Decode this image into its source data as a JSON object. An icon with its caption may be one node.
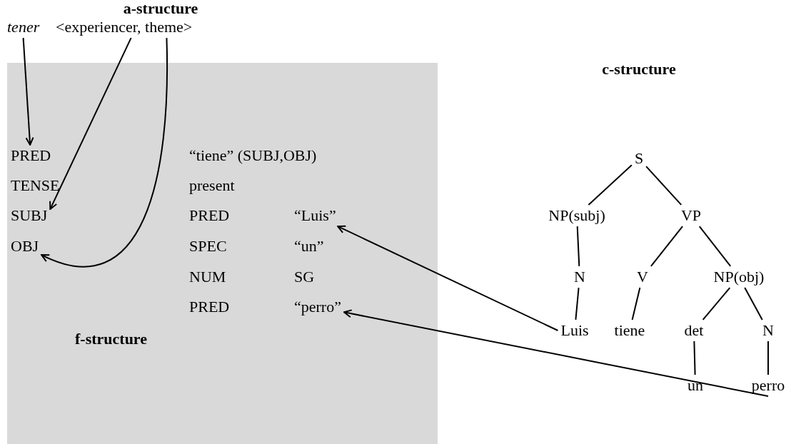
{
  "diagram": {
    "nodes": [
      {
        "text": [
          "tener"
        ]
      },
      {
        "text": [
          "<experiencer, theme>"
        ]
      },
      {
        "text": [
          "f-structure"
        ]
      },
      {
        "text": [
          "PRED"
        ],
        "in": 2
      },
      {
        "text": [
          "TENSE"
        ],
        "in": 2
      },
      {
        "text": [
          "SUBJ"
        ],
        "in": 2
      },
      {
        "text": [
          "OBJ"
        ],
        "in": 2
      },
      {
        "text": [
          "“Luis”"
        ],
        "in": 2
      },
      {
        "text": [
          "“perro”"
        ],
        "in": 2
      },
      {
        "text": [
          "S"
        ]
      },
      {
        "text": [
          "NP(subj)"
        ]
      },
      {
        "text": [
          "VP"
        ]
      },
      {
        "text": [
          "N"
        ]
      },
      {
        "text": [
          "V"
        ]
      },
      {
        "text": [
          "NP(obj)"
        ]
      },
      {
        "text": [
          "Luis"
        ]
      },
      {
        "text": [
          "tiene"
        ]
      },
      {
        "text": [
          "det"
        ]
      },
      {
        "text": [
          "N"
        ]
      },
      {
        "text": [
          "un"
        ]
      },
      {
        "text": [
          "perro"
        ]
      }
    ],
    "edges": [
      {
        "from": 0,
        "to": 3,
        "arrow": "to"
      },
      {
        "from": 1,
        "to": 5,
        "arrow": "to"
      },
      {
        "from": 1,
        "to": 6,
        "arrow": "to"
      },
      {
        "from": 9,
        "to": 10,
        "arrow": "none"
      },
      {
        "from": 9,
        "to": 11,
        "arrow": "none"
      },
      {
        "from": 10,
        "to": 12,
        "arrow": "none"
      },
      {
        "from": 12,
        "to": 15,
        "arrow": "none"
      },
      {
        "from": 11,
        "to": 13,
        "arrow": "none"
      },
      {
        "from": 11,
        "to": 14,
        "arrow": "none"
      },
      {
        "from": 13,
        "to": 16,
        "arrow": "none"
      },
      {
        "from": 14,
        "to": 17,
        "arrow": "none"
      },
      {
        "from": 14,
        "to": 18,
        "arrow": "none"
      },
      {
        "from": 17,
        "to": 19,
        "arrow": "none"
      },
      {
        "from": 18,
        "to": 20,
        "arrow": "none"
      },
      {
        "from": 15,
        "to": 7,
        "arrow": "to"
      },
      {
        "from": 20,
        "to": 8,
        "arrow": "to"
      }
    ],
    "labels": [
      "a-structure",
      "c-structure",
      "“tiene” (SUBJ,OBJ)",
      "present",
      "PRED",
      "SPEC",
      "“un”",
      "NUM",
      "SG",
      "PRED"
    ]
  }
}
